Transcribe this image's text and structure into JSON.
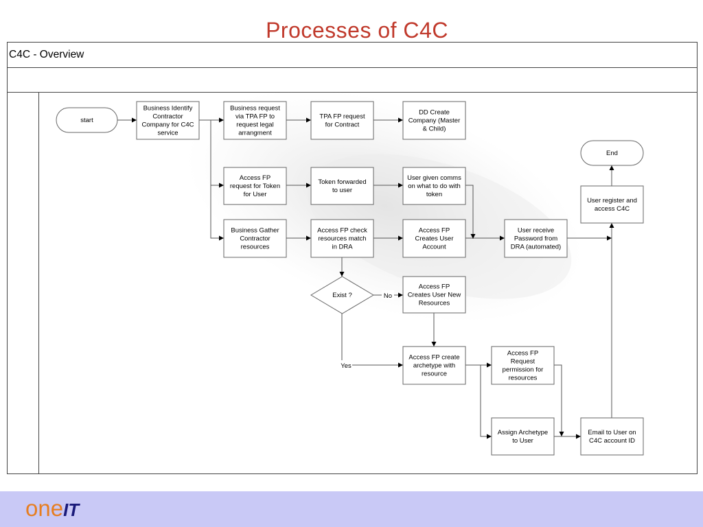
{
  "slide": {
    "title": "Processes of C4C"
  },
  "frame": {
    "header": "C4C - Overview"
  },
  "footer": {
    "logo_one": "one",
    "logo_it": "IT"
  },
  "diagram": {
    "nodes": [
      {
        "id": "start",
        "shape": "terminator",
        "lines": [
          "start"
        ]
      },
      {
        "id": "business-identify",
        "shape": "process",
        "lines": [
          "Business Identify",
          "Contractor",
          "Company for C4C",
          "service"
        ]
      },
      {
        "id": "business-request",
        "shape": "process",
        "lines": [
          "Business request",
          "via TPA FP to",
          "request legal",
          "arrangment"
        ]
      },
      {
        "id": "tpa-fp-request",
        "shape": "process",
        "lines": [
          "TPA FP request",
          "for Contract"
        ]
      },
      {
        "id": "dd-create-company",
        "shape": "process",
        "lines": [
          "DD Create",
          "Company (Master",
          "& Child)"
        ]
      },
      {
        "id": "access-fp-request-token",
        "shape": "process",
        "lines": [
          "Access FP",
          "request for Token",
          "for User"
        ]
      },
      {
        "id": "token-forwarded",
        "shape": "process",
        "lines": [
          "Token forwarded",
          "to user"
        ]
      },
      {
        "id": "user-given-comms",
        "shape": "process",
        "lines": [
          "User given comms",
          "on what to do with",
          "token"
        ]
      },
      {
        "id": "business-gather",
        "shape": "process",
        "lines": [
          "Business Gather",
          "Contractor",
          "resources"
        ]
      },
      {
        "id": "access-fp-check",
        "shape": "process",
        "lines": [
          "Access FP check",
          "resources match",
          "in DRA"
        ]
      },
      {
        "id": "access-fp-creates-account",
        "shape": "process",
        "lines": [
          "Access FP",
          "Creates User",
          "Account"
        ]
      },
      {
        "id": "user-receive-password",
        "shape": "process",
        "lines": [
          "User receive",
          "Password from",
          "DRA (automated)"
        ]
      },
      {
        "id": "exist-decision",
        "shape": "decision",
        "lines": [
          "Exist ?"
        ]
      },
      {
        "id": "access-fp-creates-resources",
        "shape": "process",
        "lines": [
          "Access FP",
          "Creates User New",
          "Resources"
        ]
      },
      {
        "id": "access-fp-create-archetype",
        "shape": "process",
        "lines": [
          "Access FP create",
          "archetype with",
          "resource"
        ]
      },
      {
        "id": "access-fp-request-permission",
        "shape": "process",
        "lines": [
          "Access FP",
          "Request",
          "permission for",
          "resources"
        ]
      },
      {
        "id": "assign-archetype",
        "shape": "process",
        "lines": [
          "Assign Archetype",
          "to User"
        ]
      },
      {
        "id": "email-to-user",
        "shape": "process",
        "lines": [
          "Email to User on",
          "C4C account ID"
        ]
      },
      {
        "id": "user-register",
        "shape": "process",
        "lines": [
          "User register and",
          "access C4C"
        ]
      },
      {
        "id": "end",
        "shape": "terminator",
        "lines": [
          "End"
        ]
      }
    ],
    "edge_labels": [
      {
        "id": "no",
        "text": "No"
      },
      {
        "id": "yes",
        "text": "Yes"
      }
    ]
  }
}
